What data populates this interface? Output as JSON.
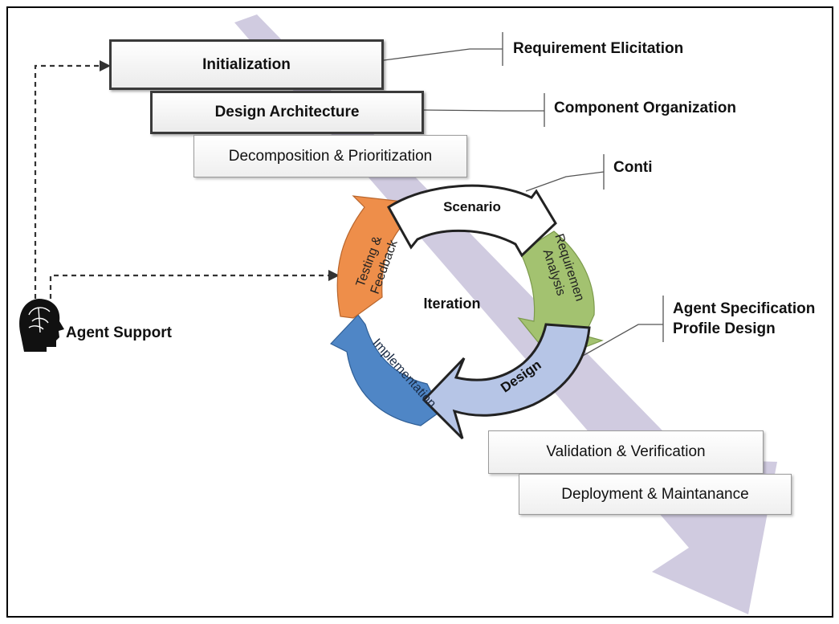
{
  "phases": {
    "initialization": "Initialization",
    "design_architecture": "Design Architecture",
    "decomposition": "Decomposition & Prioritization",
    "validation": "Validation & Verification",
    "deployment": "Deployment & Maintanance"
  },
  "callouts": {
    "requirement_elicitation": "Requirement Elicitation",
    "component_organization": "Component Organization",
    "conti": "Conti",
    "agent_spec_line1": "Agent Specification",
    "agent_spec_line2": "Profile Design"
  },
  "cycle": {
    "center": "Iteration",
    "scenario": "Scenario",
    "requirement_line1": "Requiremen",
    "requirement_line2": "Analysis",
    "design": "Design",
    "implementation": "Implementation",
    "testing_line1": "Testing &",
    "testing_line2": "Feedback"
  },
  "agent": {
    "label": "Agent Support",
    "icon": "head-brain-icon"
  },
  "colors": {
    "flow_arrow": "#cbc5dd",
    "scenario": "#ffffff",
    "requirement": "#a3c270",
    "design": "#b6c5e6",
    "implementation": "#4f86c6",
    "testing": "#ee8e4a"
  }
}
